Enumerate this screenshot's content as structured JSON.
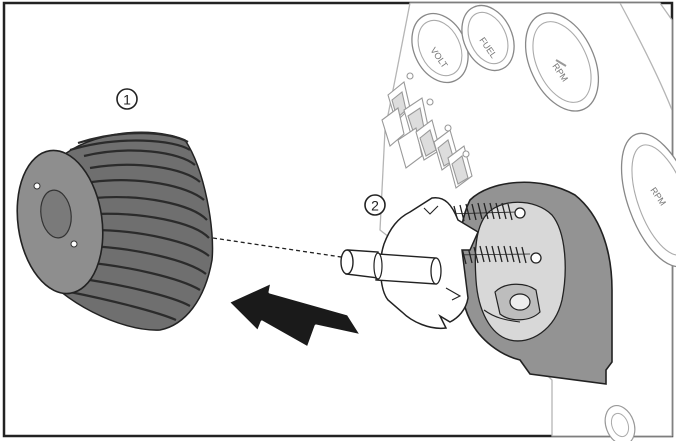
{
  "callouts": {
    "one": "1",
    "two": "2"
  },
  "gauge_labels": {
    "volt": "VOLT",
    "fuel": "FUEL",
    "rpm_top": "RPM",
    "rpm_right": "RPM"
  },
  "colors": {
    "knob_body": "#8a8a8a",
    "knob_ridge": "#555555",
    "knob_face": "#a8a8a8",
    "housing": "#909090",
    "outline": "#222222",
    "arrow": "#1a1a1a",
    "panel_line": "#b5b5b5"
  }
}
